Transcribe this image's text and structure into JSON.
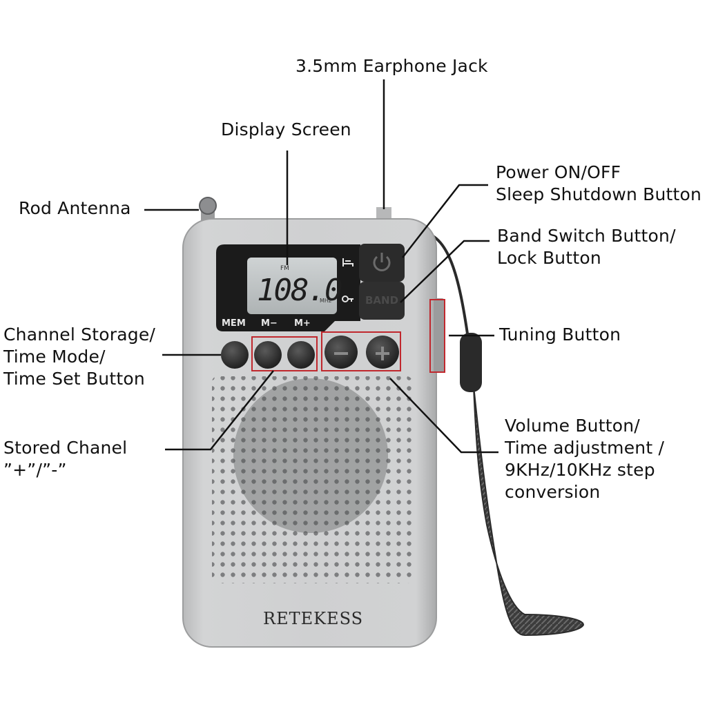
{
  "labels": {
    "earphone_jack": "3.5mm Earphone Jack",
    "display_screen": "Display Screen",
    "power": [
      "Power ON/OFF",
      "Sleep Shutdown Button"
    ],
    "rod_antenna": "Rod Antenna",
    "band_switch": [
      "Band Switch Button/",
      "Lock Button"
    ],
    "channel_storage": [
      "Channel Storage/",
      "Time Mode/",
      "Time Set Button"
    ],
    "tuning": "Tuning Button",
    "stored_channel": [
      "Stored Chanel",
      "”+”/”-”"
    ],
    "volume": [
      "Volume Button/",
      "Time adjustment /",
      "9KHz/10KHz step",
      "conversion"
    ]
  },
  "device": {
    "brand": "RETEKESS",
    "display": {
      "frequency": "108.0",
      "band": "FM",
      "unit": "MHz"
    },
    "button_labels": {
      "mem": "MEM",
      "m_minus": "M−",
      "m_plus": "M+",
      "band": "BAND"
    },
    "icons": [
      "sleep-bed-icon",
      "lock-key-icon",
      "power-icon",
      "minus-icon",
      "plus-icon"
    ],
    "colors": {
      "body": "#c9cacb",
      "lcd": "#bcc1c2",
      "highlight_box": "#c0272d",
      "strap": "#3a3a3a"
    }
  }
}
